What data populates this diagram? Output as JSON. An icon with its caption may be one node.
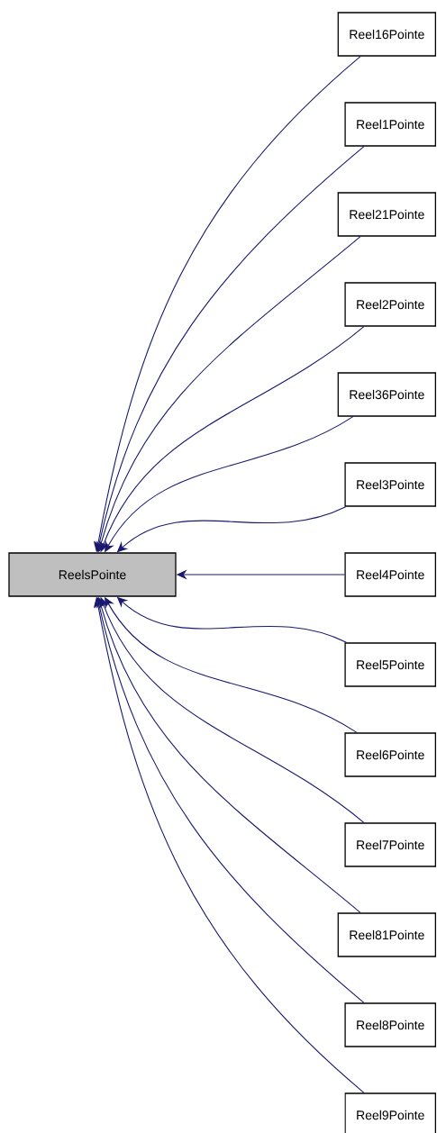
{
  "diagram": {
    "nodes": [
      {
        "text": [
          "ReelsPointe"
        ]
      },
      {
        "text": [
          "Reel16Pointe"
        ]
      },
      {
        "text": [
          "Reel1Pointe"
        ]
      },
      {
        "text": [
          "Reel21Pointe"
        ]
      },
      {
        "text": [
          "Reel2Pointe"
        ]
      },
      {
        "text": [
          "Reel36Pointe"
        ]
      },
      {
        "text": [
          "Reel3Pointe"
        ]
      },
      {
        "text": [
          "Reel4Pointe"
        ]
      },
      {
        "text": [
          "Reel5Pointe"
        ]
      },
      {
        "text": [
          "Reel6Pointe"
        ]
      },
      {
        "text": [
          "Reel7Pointe"
        ]
      },
      {
        "text": [
          "Reel81Pointe"
        ]
      },
      {
        "text": [
          "Reel8Pointe"
        ]
      },
      {
        "text": [
          "Reel9Pointe"
        ]
      }
    ],
    "edges": [
      {
        "from": 1,
        "to": 0,
        "arrow": "to"
      },
      {
        "from": 2,
        "to": 0,
        "arrow": "to"
      },
      {
        "from": 3,
        "to": 0,
        "arrow": "to"
      },
      {
        "from": 4,
        "to": 0,
        "arrow": "to"
      },
      {
        "from": 5,
        "to": 0,
        "arrow": "to"
      },
      {
        "from": 6,
        "to": 0,
        "arrow": "to"
      },
      {
        "from": 7,
        "to": 0,
        "arrow": "to"
      },
      {
        "from": 8,
        "to": 0,
        "arrow": "to"
      },
      {
        "from": 9,
        "to": 0,
        "arrow": "to"
      },
      {
        "from": 10,
        "to": 0,
        "arrow": "to"
      },
      {
        "from": 11,
        "to": 0,
        "arrow": "to"
      },
      {
        "from": 12,
        "to": 0,
        "arrow": "to"
      },
      {
        "from": 13,
        "to": 0,
        "arrow": "to"
      }
    ]
  }
}
